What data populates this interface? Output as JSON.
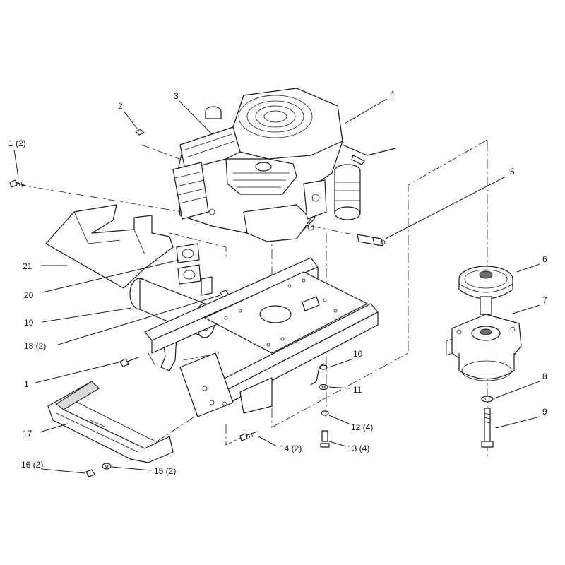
{
  "callouts": [
    {
      "id": "c-1-2",
      "text": "1 (2)"
    },
    {
      "id": "c-2",
      "text": "2"
    },
    {
      "id": "c-3",
      "text": "3"
    },
    {
      "id": "c-4",
      "text": "4"
    },
    {
      "id": "c-5",
      "text": "5"
    },
    {
      "id": "c-6",
      "text": "6"
    },
    {
      "id": "c-7",
      "text": "7"
    },
    {
      "id": "c-8",
      "text": "8"
    },
    {
      "id": "c-9",
      "text": "9"
    },
    {
      "id": "c-10",
      "text": "10"
    },
    {
      "id": "c-11",
      "text": "11"
    },
    {
      "id": "c-12-4",
      "text": "12 (4)"
    },
    {
      "id": "c-13-4",
      "text": "13 (4)"
    },
    {
      "id": "c-14-2",
      "text": "14 (2)"
    },
    {
      "id": "c-15-2",
      "text": "15 (2)"
    },
    {
      "id": "c-16-2",
      "text": "16 (2)"
    },
    {
      "id": "c-17",
      "text": "17"
    },
    {
      "id": "c-18-2",
      "text": "18 (2)"
    },
    {
      "id": "c-19",
      "text": "19"
    },
    {
      "id": "c-20",
      "text": "20"
    },
    {
      "id": "c-21",
      "text": "21"
    },
    {
      "id": "c-1",
      "text": "1"
    }
  ]
}
